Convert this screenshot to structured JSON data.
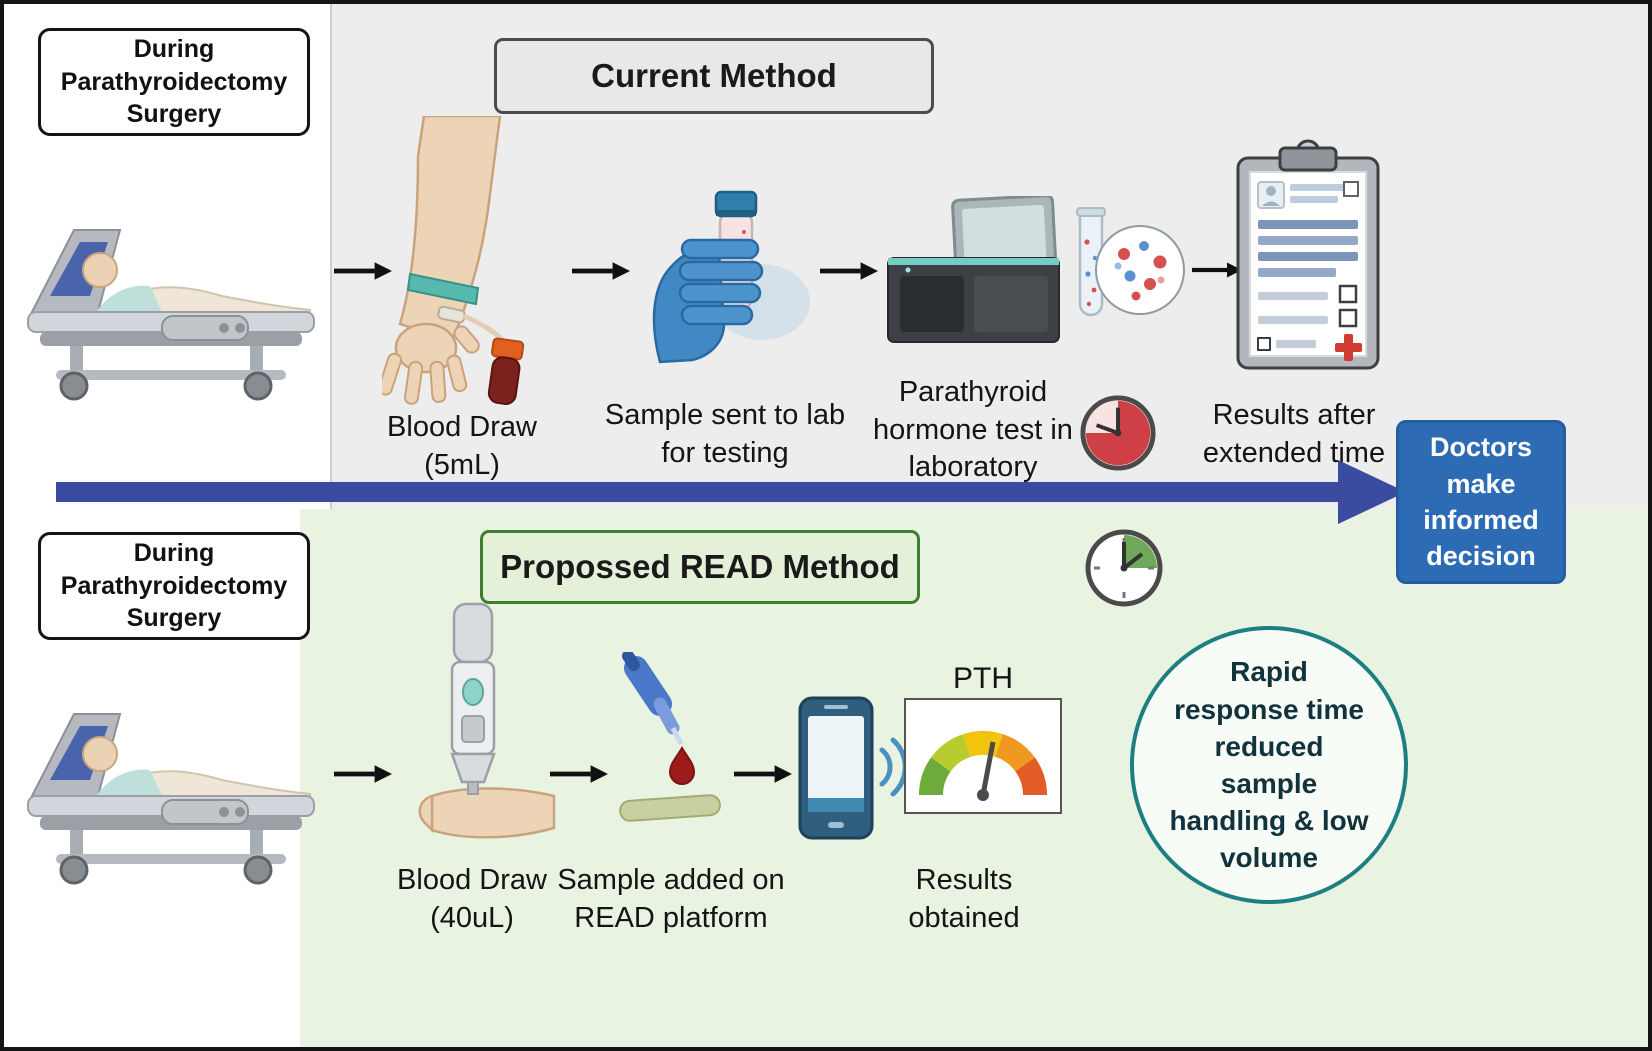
{
  "figure": {
    "decision_note": "Doctors\nmake\ninformed\ndecision"
  },
  "current": {
    "surgery_label": "During\nParathyroidectomy\nSurgery",
    "title": "Current Method",
    "steps": {
      "blood_draw": "Blood Draw\n(5mL)",
      "sample_to_lab": "Sample sent to lab\nfor testing",
      "lab_test": "Parathyroid\nhormone test in\nlaboratory",
      "results": "Results after\nextended time"
    }
  },
  "proposed": {
    "surgery_label": "During\nParathyroidectomy\nSurgery",
    "title": "Propossed READ Method",
    "steps": {
      "blood_draw": "Blood Draw\n(40uL)",
      "sample_on_platform": "Sample added on\nREAD platform",
      "results": "Results\nobtained"
    },
    "gauge_label": "PTH",
    "benefit_note": "Rapid\nresponse time\nreduced\nsample\nhandling & low\nvolume"
  },
  "colors": {
    "current_bg": "#ededed",
    "proposed_bg": "#e9f3e1",
    "arrow_blue": "#3a4ba0",
    "decision_blue": "#2d6cb5",
    "proposed_border": "#3f7d2f",
    "benefit_border": "#1e7f82",
    "slow_clock": "#cf4046",
    "fast_clock": "#6fa85a"
  }
}
